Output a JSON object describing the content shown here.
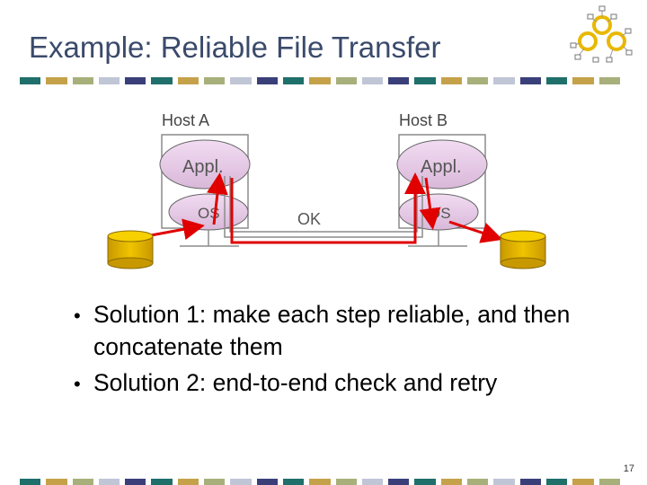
{
  "title": "Example: Reliable File Transfer",
  "page_number": "17",
  "colors": {
    "title": "#3a4a6b",
    "stripe": [
      "#1f6f6a",
      "#c5a24a",
      "#a7b07a",
      "#c0c6d6",
      "#3a3f7a",
      "#1f6f6a",
      "#c5a24a",
      "#a7b07a",
      "#c0c6d6",
      "#3a3f7a",
      "#1f6f6a",
      "#c5a24a",
      "#a7b07a",
      "#c0c6d6",
      "#3a3f7a",
      "#1f6f6a",
      "#c5a24a",
      "#a7b07a",
      "#c0c6d6",
      "#3a3f7a",
      "#1f6f6a",
      "#c5a24a",
      "#a7b07a"
    ],
    "host_border": "#8c8c8c",
    "ellipse_fill": "#e6c8e6",
    "red_path": "#e00000",
    "disk": "#e8b800"
  },
  "diagram": {
    "host_a_label": "Host A",
    "host_b_label": "Host B",
    "appl_a": "Appl.",
    "appl_b": "Appl.",
    "os_a": "OS",
    "os_b": "OS",
    "ok_label": "OK"
  },
  "bullets": [
    "Solution 1: make each step reliable, and then concatenate them",
    "Solution 2: end-to-end check and retry"
  ]
}
